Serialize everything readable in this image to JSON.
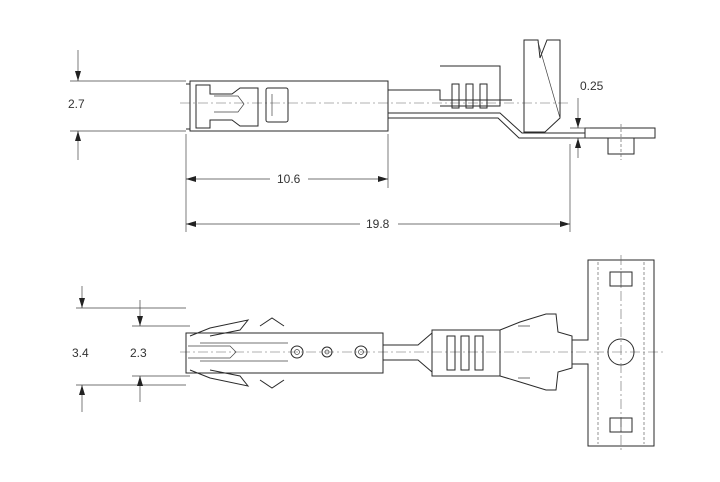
{
  "dimensions": {
    "top_height": "2.7",
    "thickness": "0.25",
    "contact_length": "10.6",
    "overall_length": "19.8",
    "bottom_outer_height": "3.4",
    "bottom_inner_height": "2.3"
  }
}
